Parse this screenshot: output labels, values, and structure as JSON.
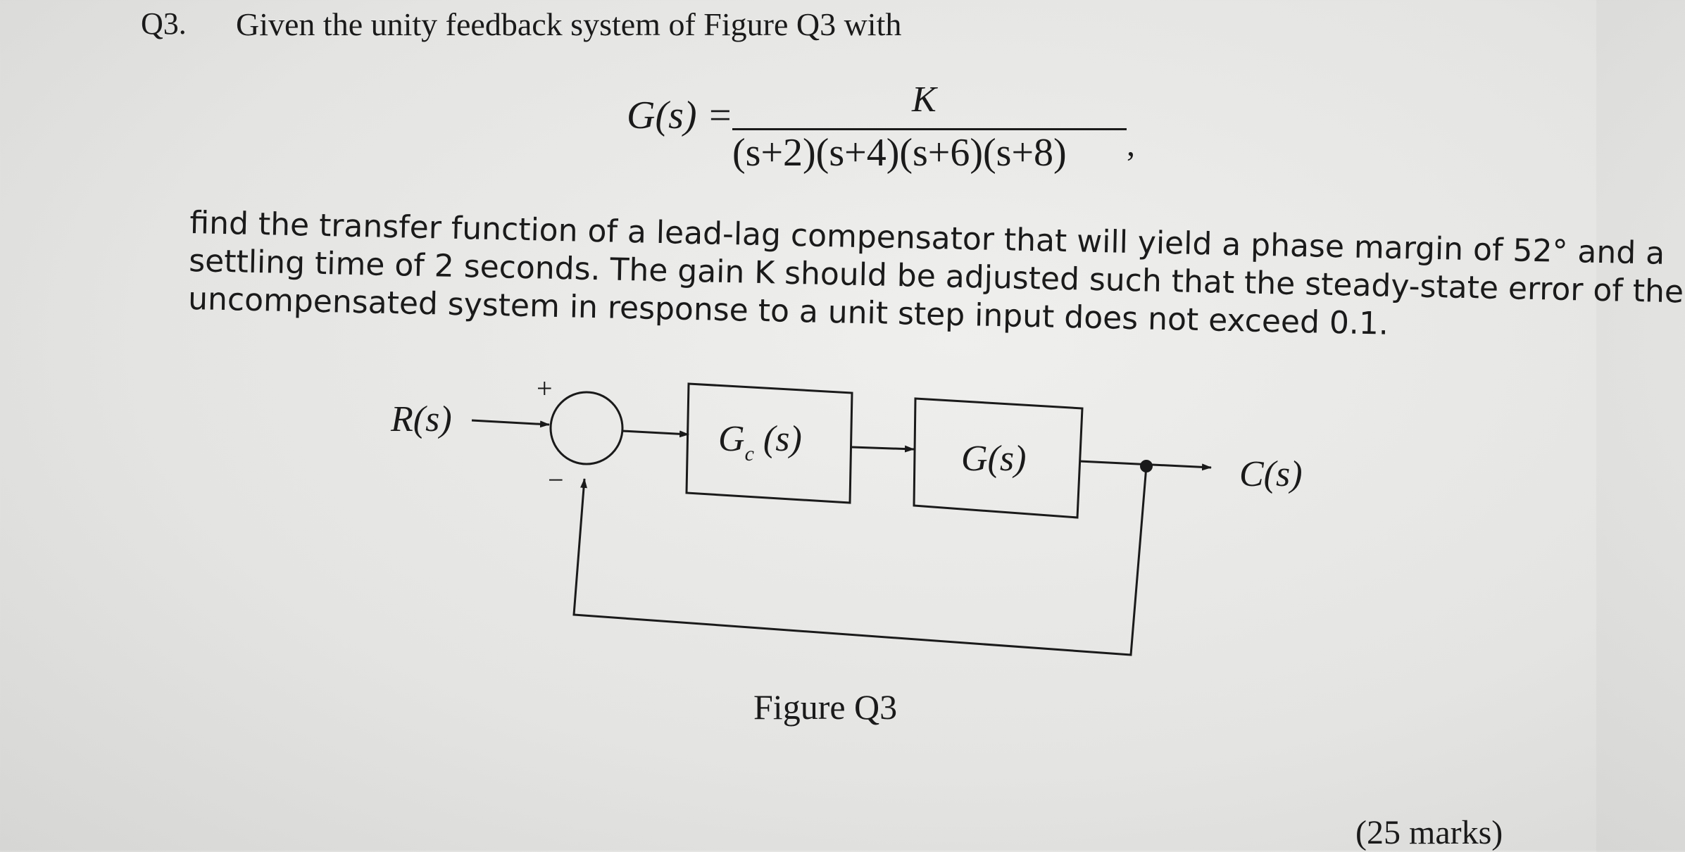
{
  "question": {
    "number": "Q3.",
    "lead_text": "Given the unity feedback system of Figure Q3 with"
  },
  "equation": {
    "lhs": "G(s) =",
    "numerator": "K",
    "denominator": "(s+2)(s+4)(s+6)(s+8)",
    "trailing": ","
  },
  "paragraph": {
    "line1": "find the transfer function of a lead-lag compensator that will yield a phase margin of 52° and a",
    "line2": "settling time of 2 seconds. The gain K should be adjusted such that the steady-state error of the",
    "line3": "uncompensated system in response to a unit step input does not exceed 0.1."
  },
  "diagram": {
    "input_label": "R(s)",
    "plus_sign": "+",
    "minus_sign": "−",
    "compensator_label": "Gc(s)",
    "plant_label": "G(s)",
    "output_label": "C(s)"
  },
  "figure_caption": "Figure Q3",
  "marks": "(25 marks)"
}
